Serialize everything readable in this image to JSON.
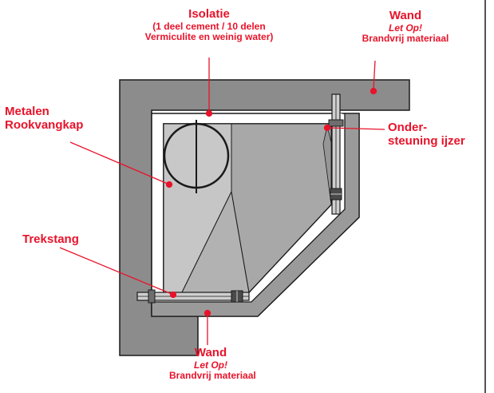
{
  "labels": {
    "isolatie": {
      "title": "Isolatie",
      "line1": "(1 deel cement / 10 delen",
      "line2": "Vermiculite en weinig water)"
    },
    "wand_top": {
      "title": "Wand",
      "note": "Let Op!",
      "detail": "Brandvrij materiaal"
    },
    "metalen": {
      "line1": "Metalen",
      "line2": "Rookvangkap"
    },
    "ondersteuning": {
      "line1": "Onder-",
      "line2": "steuning ijzer"
    },
    "trekstang": {
      "title": "Trekstang"
    },
    "wand_bottom": {
      "title": "Wand",
      "note": "Let Op!",
      "detail": "Brandvrij materiaal"
    }
  },
  "colors": {
    "accent": "#e8132a",
    "wall": "#8c8c8c",
    "hood_light": "#bdbdbd",
    "hood_mid": "#a6a6a6",
    "hood_dark": "#959595",
    "outline": "#1a1a1a"
  }
}
